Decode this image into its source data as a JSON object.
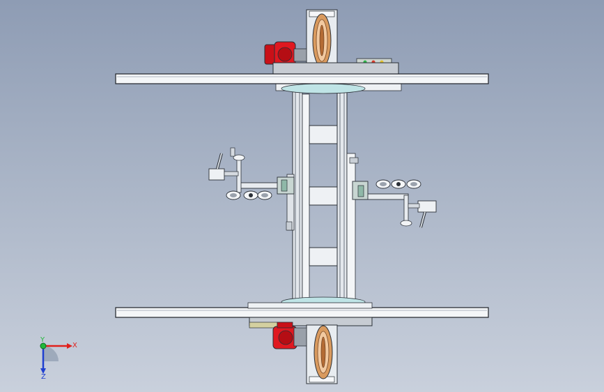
{
  "triad": {
    "x_label": "X",
    "y_label": "Y",
    "z_label": "Z"
  },
  "colors": {
    "background_top": "#8e9cb4",
    "background_bottom": "#c9d0dc",
    "rail_fill": "#f4f6f8",
    "frame_steel": "#dfe3e8",
    "motor_red": "#d8141e",
    "wheel_copper": "#d99a5e",
    "collar_teal": "#bfe4e6",
    "axis_x": "#e0201c",
    "axis_y": "#22b83a",
    "axis_z": "#1f3fd0"
  },
  "icons": {
    "gear_motor": "red-gear-motor-icon",
    "wheel": "drive-wheel-icon",
    "clamp": "toggle-clamp-icon"
  }
}
